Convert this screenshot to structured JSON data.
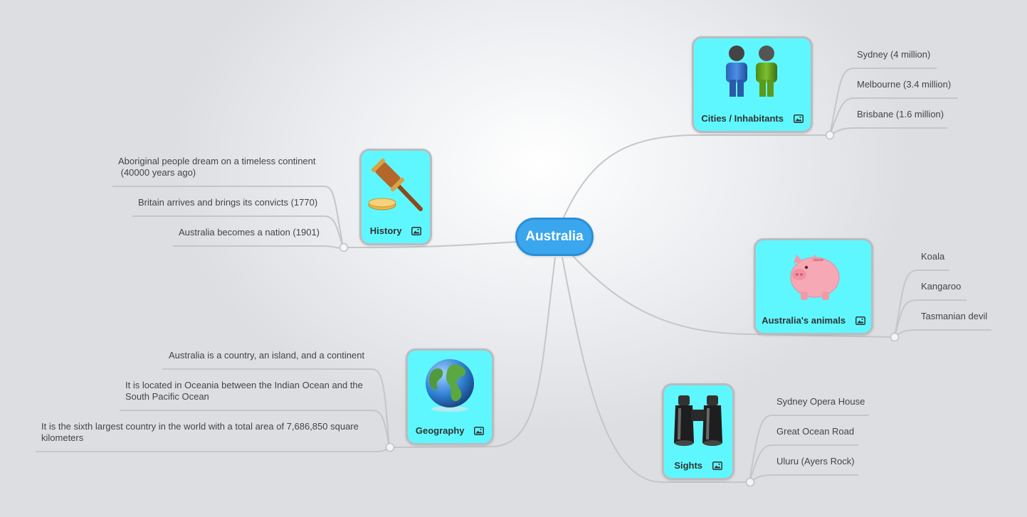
{
  "root": {
    "label": "Australia"
  },
  "topics": {
    "cities": {
      "label": "Cities / Inhabitants",
      "icon": "people-icon",
      "items": [
        "Sydney (4 million)",
        "Melbourne (3.4 million)",
        "Brisbane (1.6 million)"
      ]
    },
    "history": {
      "label": "History",
      "icon": "gavel-icon",
      "items": [
        "Aboriginal people dream on a timeless continent",
        " (40000 years ago)",
        "Britain arrives and brings its convicts (1770)",
        "Australia becomes a nation (1901)"
      ]
    },
    "animals": {
      "label": "Australia's animals",
      "icon": "piggy-bank-icon",
      "items": [
        "Koala",
        "Kangaroo",
        "Tasmanian devil"
      ]
    },
    "geography": {
      "label": "Geography",
      "icon": "globe-icon",
      "items": [
        "Australia is a country, an island, and a continent",
        "It is located in Oceania between the Indian Ocean and the",
        "South Pacific Ocean",
        "It is the sixth largest country in the world with a total area of 7,686,850 square",
        "kilometers"
      ]
    },
    "sights": {
      "label": "Sights",
      "icon": "binoculars-icon",
      "items": [
        "Sydney Opera House",
        "Great Ocean Road",
        "Uluru (Ayers Rock)"
      ]
    }
  },
  "colors": {
    "root": "#3aa6ee",
    "topic": "#5ff7ff",
    "line": "#c4c6c9"
  }
}
